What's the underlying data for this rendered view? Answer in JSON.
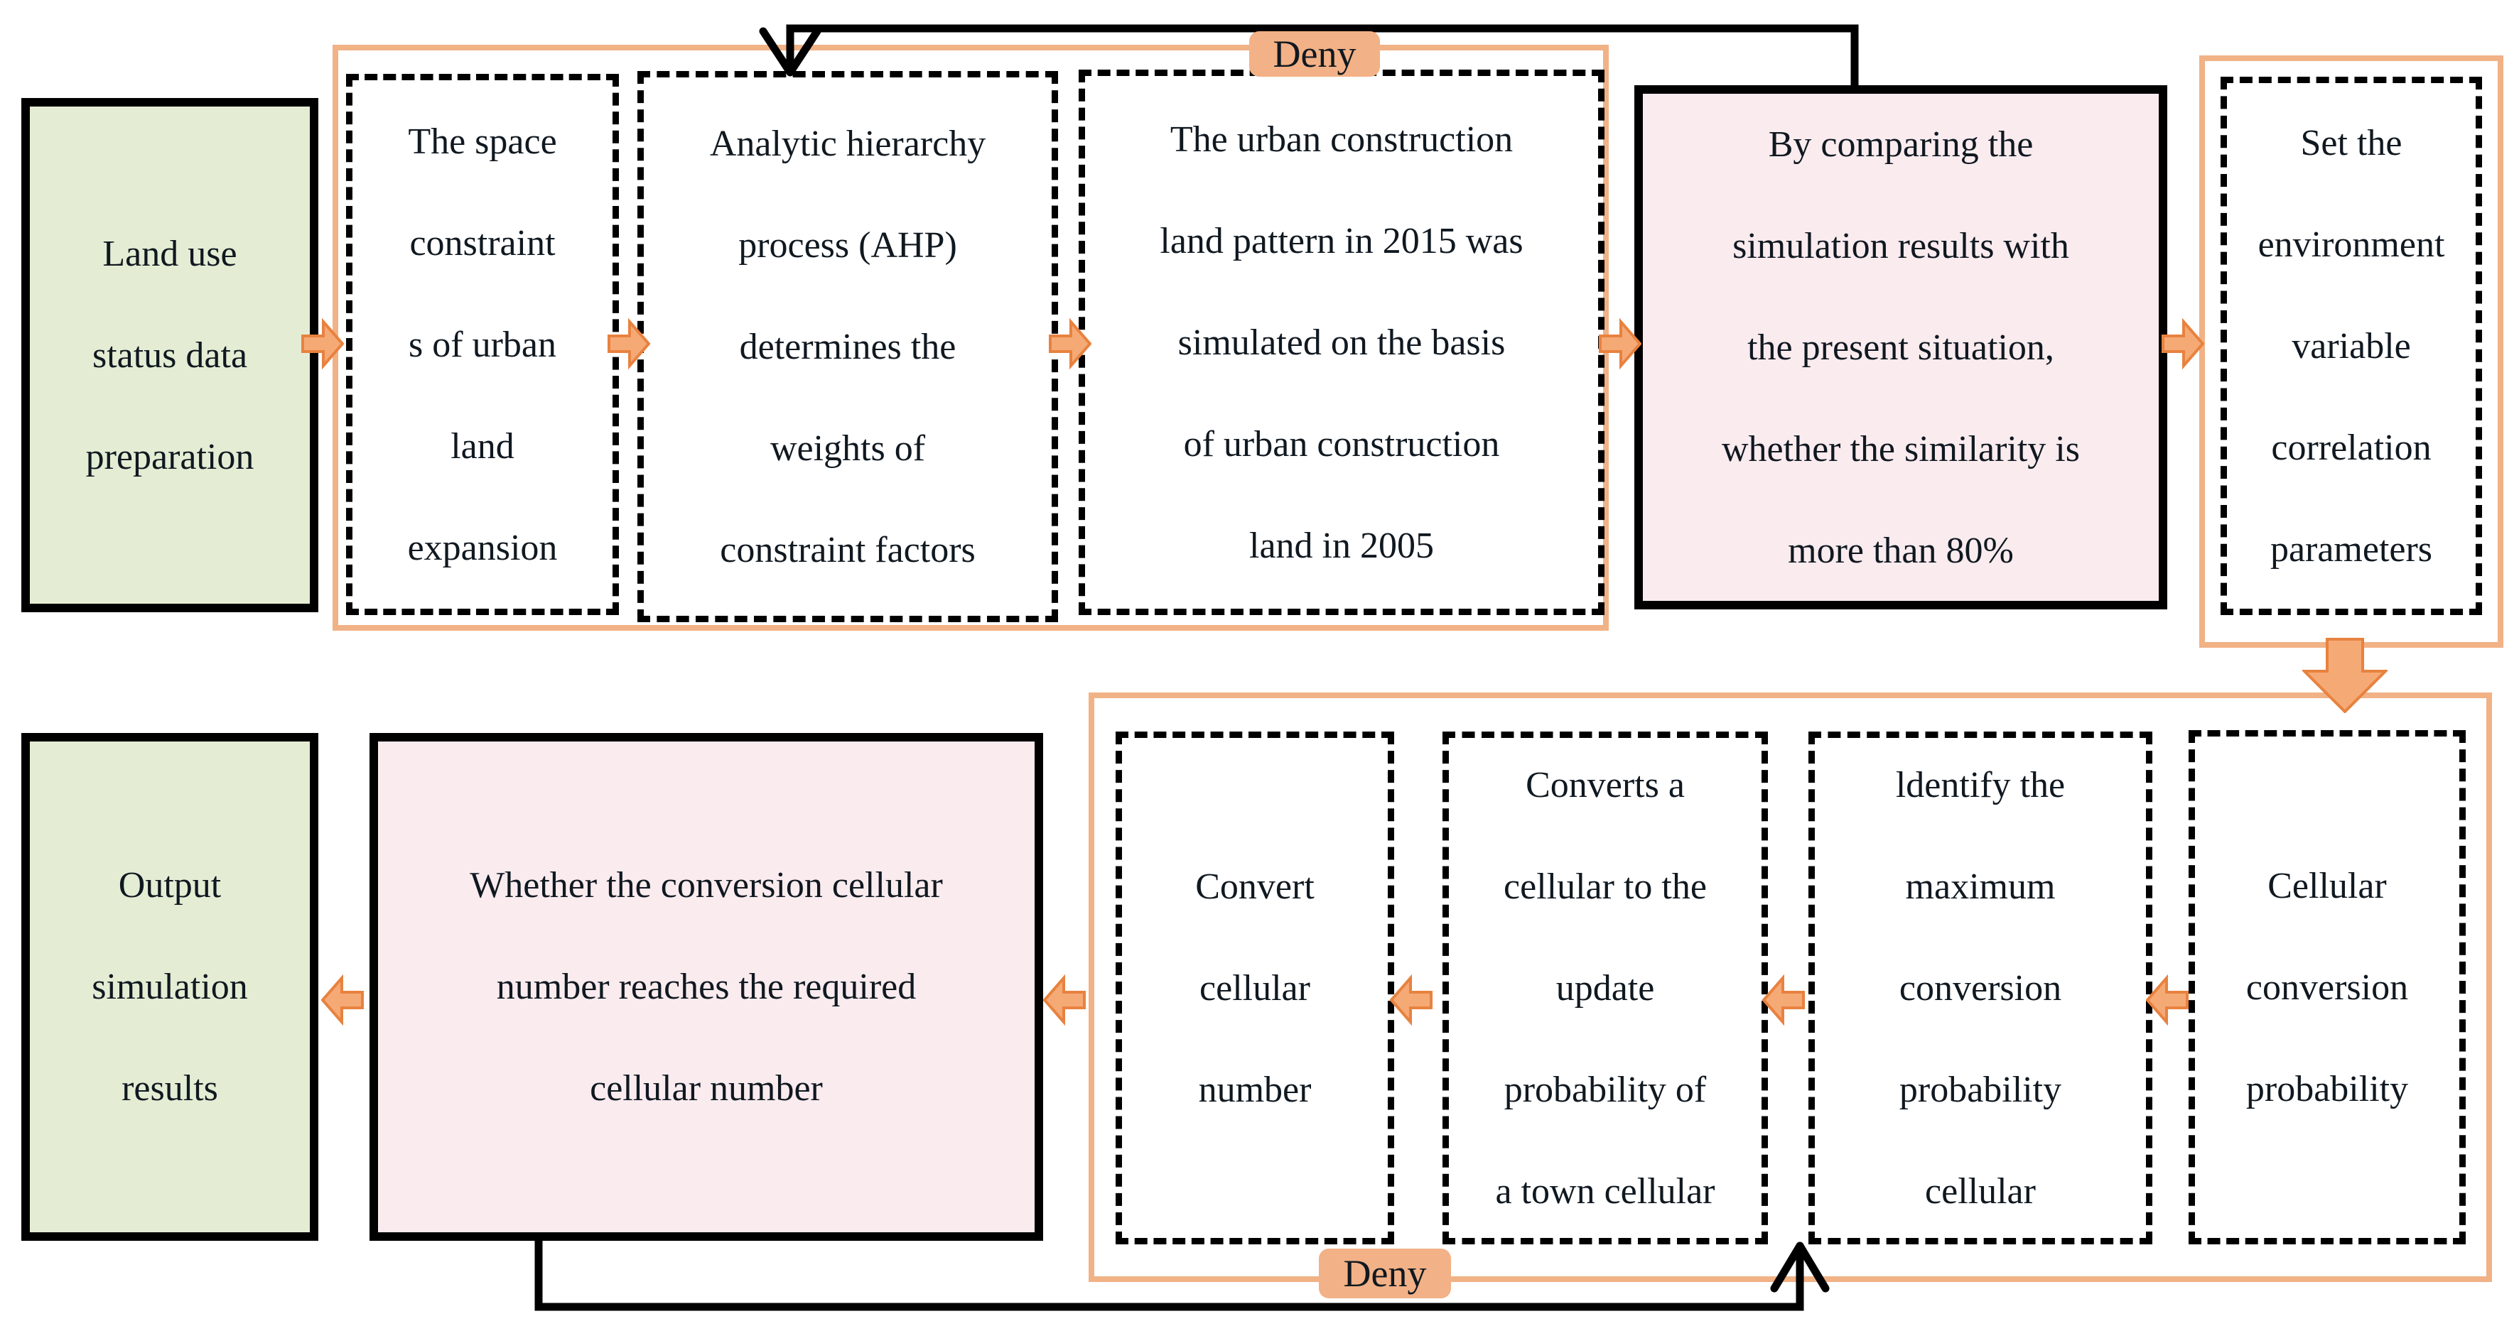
{
  "palette": {
    "green_fill": "#e4edd4",
    "pink_fill": "#f9ebee",
    "orange_border": "#f1b286",
    "arrow_fill": "#f5aa76",
    "arrow_stroke": "#e8823f",
    "badge_fill": "#f2b186",
    "text_color": "#101820",
    "line_color": "#000000"
  },
  "labels": {
    "deny_top": "Deny",
    "deny_bottom": "Deny"
  },
  "boxes": {
    "land_use": {
      "lines": [
        "Land use",
        "status data",
        "preparation"
      ]
    },
    "space_constraints": {
      "lines": [
        "The space",
        "constraint",
        "s of urban",
        "land",
        "expansion"
      ]
    },
    "ahp": {
      "lines": [
        "Analytic hierarchy",
        "process (AHP)",
        "determines the",
        "weights of",
        "constraint factors"
      ]
    },
    "urban_pattern": {
      "lines": [
        "The urban construction",
        "land pattern in 2015 was",
        "simulated on the basis",
        "of urban construction",
        "land in 2005"
      ]
    },
    "similarity_check": {
      "lines": [
        "By comparing the",
        "simulation results with",
        "the present situation,",
        "whether the similarity is",
        "more than 80%"
      ]
    },
    "set_environment": {
      "lines": [
        "Set the",
        "environment",
        "variable",
        "correlation",
        "parameters"
      ]
    },
    "cellular_probability": {
      "lines": [
        "Cellular",
        "conversion",
        "probability"
      ]
    },
    "identify_max": {
      "lines": [
        "ldentify the",
        "maximum",
        "conversion",
        "probability",
        "cellular"
      ]
    },
    "converts_update": {
      "lines": [
        "Converts a",
        "cellular to the",
        "update",
        "probability of",
        "a town cellular"
      ]
    },
    "convert_number": {
      "lines": [
        "Convert",
        "cellular",
        "number"
      ]
    },
    "number_check": {
      "lines": [
        "Whether the conversion cellular",
        "number reaches the required",
        "cellular number"
      ]
    },
    "output_results": {
      "lines": [
        "Output",
        "simulation",
        "results"
      ]
    }
  }
}
